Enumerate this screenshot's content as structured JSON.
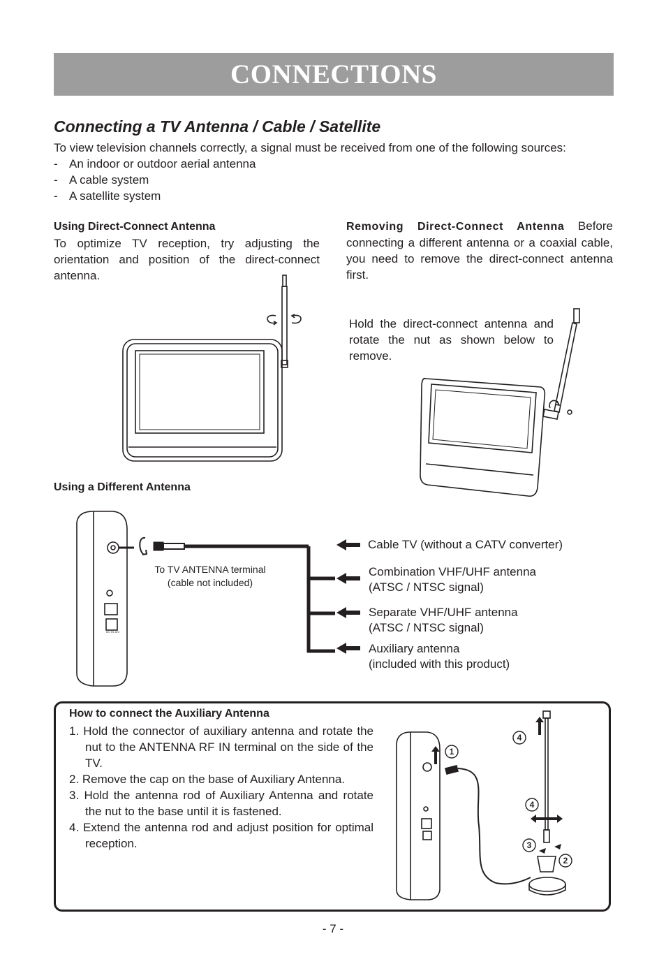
{
  "banner": {
    "title": "CONNECTIONS"
  },
  "section": {
    "title": "Connecting a TV Antenna / Cable / Satellite",
    "intro": "To view television channels correctly, a signal must be received from one of the following sources:",
    "sources": [
      "An indoor or outdoor aerial antenna",
      "A cable system",
      "A satellite system"
    ]
  },
  "direct_connect": {
    "heading": "Using Direct-Connect Antenna",
    "text": "To optimize TV reception, try adjusting the orientation and position of the direct-connect antenna."
  },
  "removing": {
    "heading": "Removing Direct-Connect Antenna",
    "text": "Before connecting a different antenna or a coaxial cable, you need to remove the direct-connect antenna first.",
    "hold_note": "Hold the direct-connect antenna and rotate the nut as shown below to remove."
  },
  "different_antenna": {
    "heading": "Using a Different Antenna",
    "terminal_note_line1": "To TV ANTENNA terminal",
    "terminal_note_line2": "(cable not included)",
    "options": [
      {
        "line1": "Cable TV (without a CATV converter)",
        "line2": ""
      },
      {
        "line1": "Combination VHF/UHF antenna",
        "line2": "(ATSC / NTSC signal)"
      },
      {
        "line1": "Separate VHF/UHF antenna",
        "line2": "(ATSC / NTSC signal)"
      },
      {
        "line1": "Auxiliary antenna",
        "line2": "(included with this product)"
      }
    ]
  },
  "aux_box": {
    "heading": "How to connect the Auxiliary Antenna",
    "steps": [
      "1. Hold the connector of auxiliary antenna and rotate the nut to the ANTENNA RF IN terminal on the side of the TV.",
      "2. Remove the cap on the base of Auxiliary Antenna.",
      "3. Hold the antenna rod of Auxiliary Antenna and rotate the nut to the base until it is fastened.",
      "4. Extend the antenna rod and adjust position for optimal reception."
    ],
    "callouts": [
      "1",
      "2",
      "3",
      "4",
      "4"
    ]
  },
  "footer": {
    "page": "- 7 -"
  },
  "colors": {
    "banner_bg": "#9d9d9d",
    "ink": "#231f20"
  }
}
